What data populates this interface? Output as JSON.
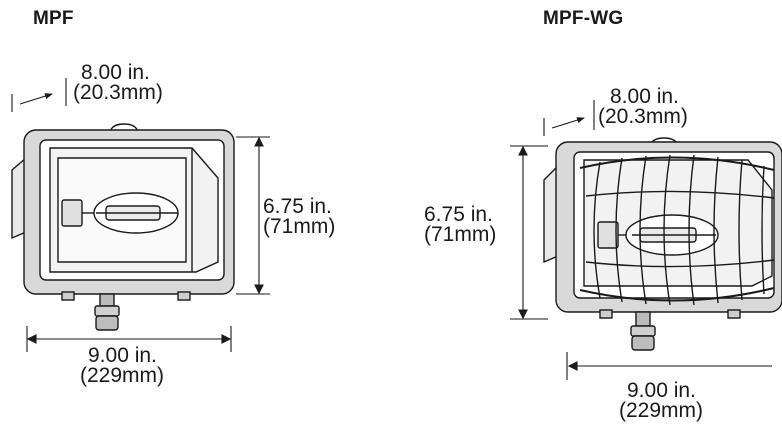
{
  "left": {
    "title": "MPF",
    "depth": {
      "in": "8.00 in.",
      "mm": "(20.3mm)"
    },
    "height": {
      "in": "6.75 in.",
      "mm": "(71mm)"
    },
    "width": {
      "in": "9.00 in.",
      "mm": "(229mm)"
    }
  },
  "right": {
    "title": "MPF-WG",
    "depth": {
      "in": "8.00 in.",
      "mm": "(20.3mm)"
    },
    "height": {
      "in": "6.75 in.",
      "mm": "(71mm)"
    },
    "width": {
      "in": "9.00 in.",
      "mm": "(229mm)"
    }
  }
}
